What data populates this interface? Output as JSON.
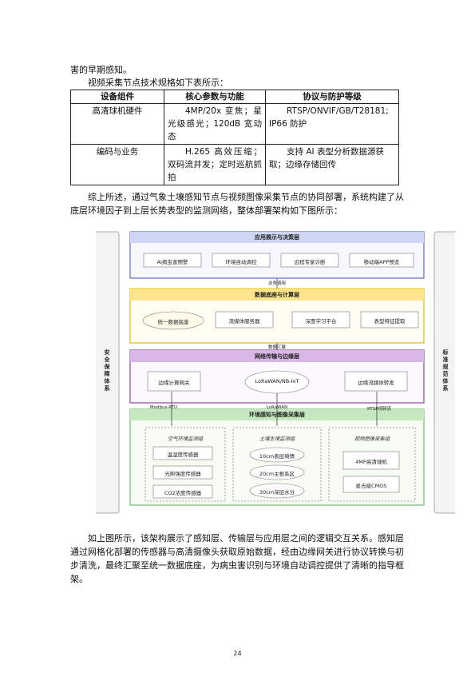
{
  "text": {
    "line1": "害的早期感知。",
    "line2": "视频采集节点技术规格如下表所示："
  },
  "table": {
    "headers": [
      "设备组件",
      "核心参数与功能",
      "协议与防护等级"
    ],
    "rows": [
      [
        "高清球机硬件",
        "4MP/20x 变焦；星光级感光；120dB 宽动态",
        "RTSP/ONVIF/GB/T28181; IP66 防护"
      ],
      [
        "编码与业务",
        "H.265 高效压缩；双码流并发；定时巡航抓拍",
        "支持 AI 表型分析数据源获取；边缘存储回传"
      ]
    ]
  },
  "para1": "综上所述，通过气象土壤感知节点与视频图像采集节点的协同部署，系统构建了从底层环境因子到上层长势表型的监测网络，整体部署架构如下图所示：",
  "diagram": {
    "left_side": "安全保障体系",
    "right_side": "标准规范体系",
    "layer_app": {
      "title": "应用展示与决策层",
      "items": [
        "AI病虫害预警",
        "环境自动调控",
        "远程专家诊断",
        "移动端APP预览"
      ]
    },
    "link1": "业务调用",
    "layer_data": {
      "title": "数据底座与计算层",
      "items": [
        "统一数据底座",
        "流媒体服务器",
        "深度学习平台",
        "表型特征提取"
      ]
    },
    "link2": "数据汇聚",
    "layer_net": {
      "title": "网络传输与边缘层",
      "items": [
        "边缘计算网关",
        "LoRaWAN/NB-IoT",
        "边缘流媒体转发"
      ]
    },
    "link_left": "Modbus-RTU",
    "link_mid": "LoRaWAN",
    "link_right": "RTSP视频流",
    "layer_sense": {
      "title": "环境感知与图像采集层",
      "groups": [
        {
          "title": "空气环境监测组",
          "items": [
            "温湿度传感器",
            "光照强度传感器",
            "CO2浓度传感器"
          ]
        },
        {
          "title": "土壤生境监测组",
          "items": [
            "10cm表层墒情",
            "20cm主根系区",
            "30cm深层水分"
          ]
        },
        {
          "title": "视频图像采集组",
          "items": [
            "4MP高清球机",
            "星光级CMOS"
          ]
        }
      ]
    },
    "colors": {
      "app": "#3f51b5",
      "data": "#e6b800",
      "net": "#8e44ad",
      "sense": "#4caf50"
    }
  },
  "para2": "如上图所示，该架构展示了感知层、传输层与应用层之间的逻辑交互关系。感知层通过网格化部署的传感器与高清摄像头获取原始数据，经由边缘网关进行协议转换与初步清洗，最终汇聚至统一数据底座，为病虫害识别与环境自动调控提供了清晰的指导框架。",
  "page_number": "24"
}
